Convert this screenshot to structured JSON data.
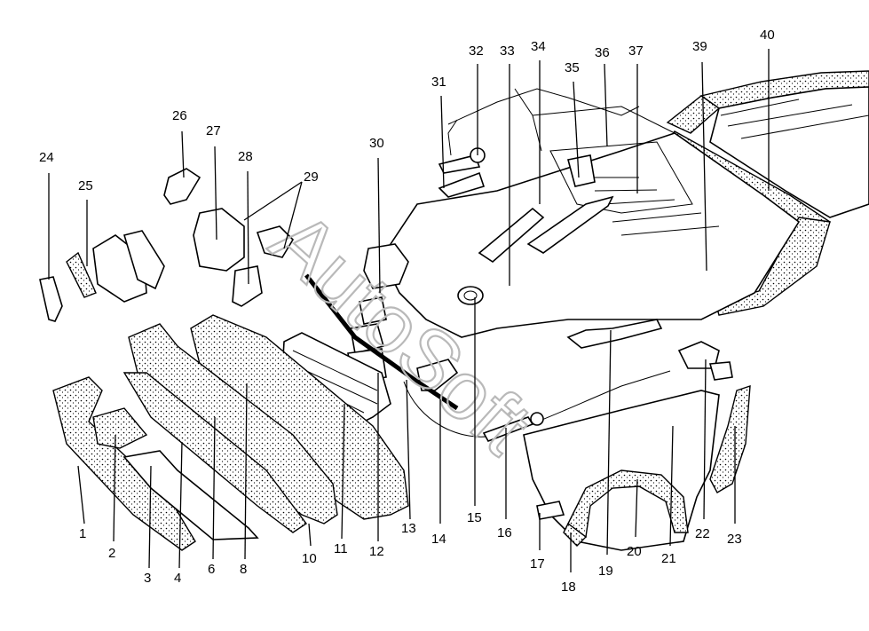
{
  "watermark": "AutoSoft",
  "callouts": [
    "1",
    "2",
    "3",
    "4",
    "6",
    "8",
    "10",
    "11",
    "12",
    "13",
    "14",
    "15",
    "16",
    "17",
    "18",
    "19",
    "20",
    "21",
    "22",
    "23",
    "24",
    "25",
    "26",
    "27",
    "28",
    "29",
    "30",
    "31",
    "32",
    "33",
    "34",
    "35",
    "36",
    "37",
    "39",
    "40"
  ],
  "colors": {
    "ink": "#000000",
    "paper": "#ffffff",
    "watermark": "#b9b9b9"
  }
}
